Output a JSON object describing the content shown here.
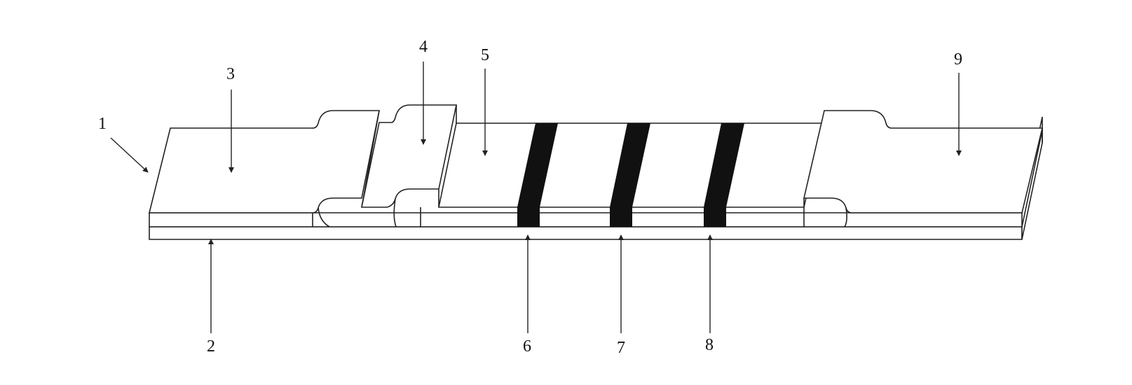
{
  "labels": {
    "l1": "1",
    "l2": "2",
    "l3": "3",
    "l4": "4",
    "l5": "5",
    "l6": "6",
    "l7": "7",
    "l8": "8",
    "l9": "9"
  },
  "colors": {
    "line": "#222222",
    "stripe": "#111111",
    "background": "#ffffff"
  }
}
